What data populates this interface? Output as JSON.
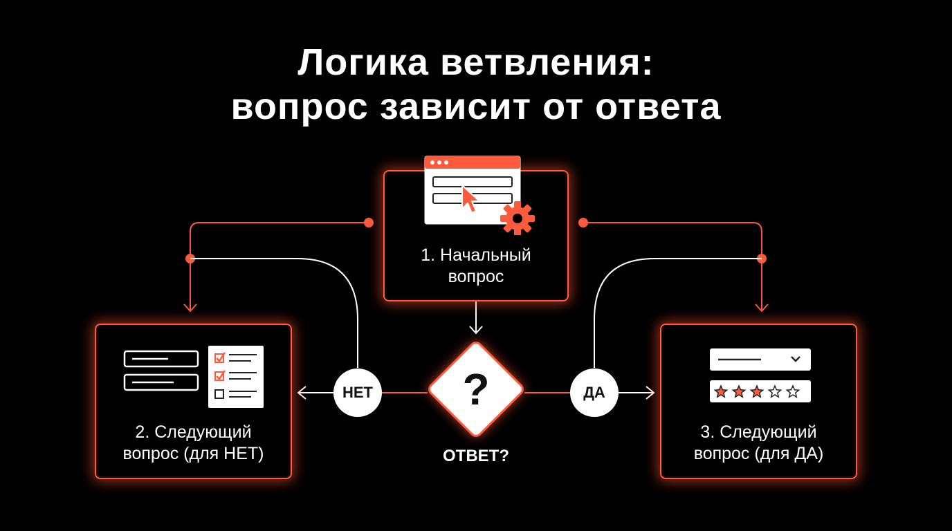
{
  "title": {
    "line1": "Логика ветвления:",
    "line2": "вопрос зависит от ответа"
  },
  "nodes": {
    "start": {
      "line1": "1. Начальный",
      "line2": "вопрос",
      "icon": "browser-form-cursor-gear-icon"
    },
    "no": {
      "line1": "2. Следующий",
      "line2": "вопрос (для НЕТ)",
      "icon": "form-fields-checklist-icon"
    },
    "yes": {
      "line1": "3. Следующий",
      "line2": "вопрос (для ДА)",
      "icon": "dropdown-rating-stars-icon"
    }
  },
  "decision": {
    "symbol": "?",
    "label": "ОТВЕТ?"
  },
  "branches": {
    "no_label": "НЕТ",
    "yes_label": "ДА"
  },
  "rating": {
    "filled": 3,
    "total": 5
  },
  "colors": {
    "accent": "#ff5a3c",
    "background": "#000000",
    "text": "#ffffff"
  }
}
